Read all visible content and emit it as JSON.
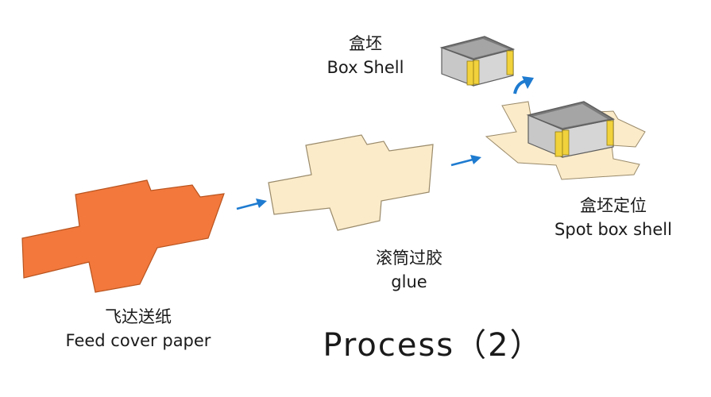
{
  "title": "Process（2）",
  "steps": [
    {
      "zh": "飞达送纸",
      "en": "Feed cover paper"
    },
    {
      "zh": "滚筒过胶",
      "en": "glue"
    },
    {
      "zh": "盒坯定位",
      "en": "Spot box shell"
    }
  ],
  "box_shell": {
    "zh": "盒坯",
    "en": "Box Shell"
  },
  "colors": {
    "orange_paper": "#F2783C",
    "glued_paper": "#FBEBC9",
    "arrow": "#1E7BD0",
    "box_wall": "#C8C8C8",
    "box_corner": "#F2D23C"
  }
}
